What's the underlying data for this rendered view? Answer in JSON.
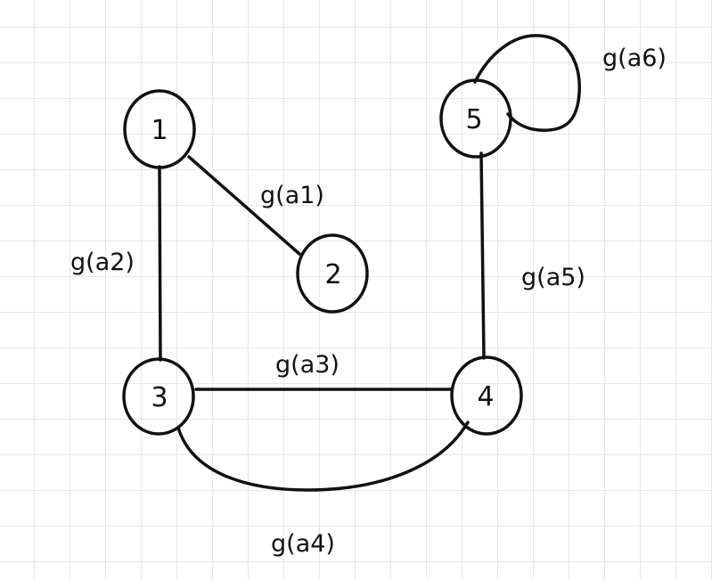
{
  "nodes": [
    {
      "id": "n1",
      "label": "1"
    },
    {
      "id": "n2",
      "label": "2"
    },
    {
      "id": "n3",
      "label": "3"
    },
    {
      "id": "n4",
      "label": "4"
    },
    {
      "id": "n5",
      "label": "5"
    }
  ],
  "edges": [
    {
      "id": "e1",
      "label": "g(a1)",
      "from": "n1",
      "to": "n2"
    },
    {
      "id": "e2",
      "label": "g(a2)",
      "from": "n1",
      "to": "n3"
    },
    {
      "id": "e3",
      "label": "g(a3)",
      "from": "n3",
      "to": "n4"
    },
    {
      "id": "e4",
      "label": "g(a4)",
      "from": "n3",
      "to": "n4"
    },
    {
      "id": "e5",
      "label": "g(a5)",
      "from": "n5",
      "to": "n4"
    },
    {
      "id": "e6",
      "label": "g(a6)",
      "from": "n5",
      "to": "n5"
    }
  ],
  "colors": {
    "stroke": "#111111",
    "grid": "#e6e6e6",
    "background": "#ffffff"
  }
}
